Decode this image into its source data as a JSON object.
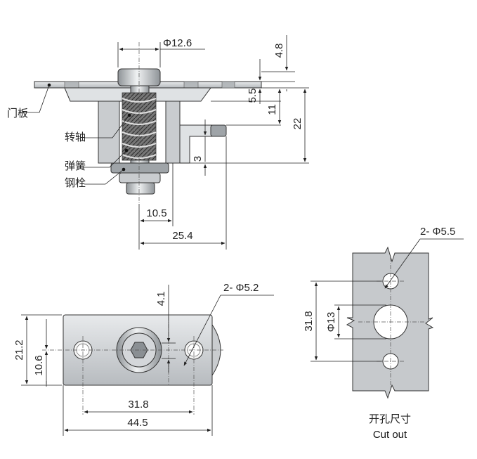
{
  "side_view": {
    "dims": {
      "d_top_dia": "Φ12.6",
      "d_4_8": "4.8",
      "d_5_5": "5.5",
      "d_11": "11",
      "d_22": "22",
      "d_3": "3",
      "d_10_5": "10.5",
      "d_25_4": "25.4"
    },
    "labels": {
      "door_panel": "门板",
      "shaft": "转轴",
      "spring": "弹簧",
      "steel_pin": "钢栓"
    }
  },
  "bottom_view": {
    "dims": {
      "d_4_1": "4.1",
      "d_holes": "2- Φ5.2",
      "d_21_2": "21.2",
      "d_10_6": "10.6",
      "d_31_8": "31.8",
      "d_44_5": "44.5"
    }
  },
  "cutout_view": {
    "dims": {
      "d_holes": "2- Φ5.5",
      "d_31_8": "31.8",
      "d_dia13": "Φ13"
    },
    "caption_cn": "开孔尺寸",
    "caption_en": "Cut out"
  }
}
